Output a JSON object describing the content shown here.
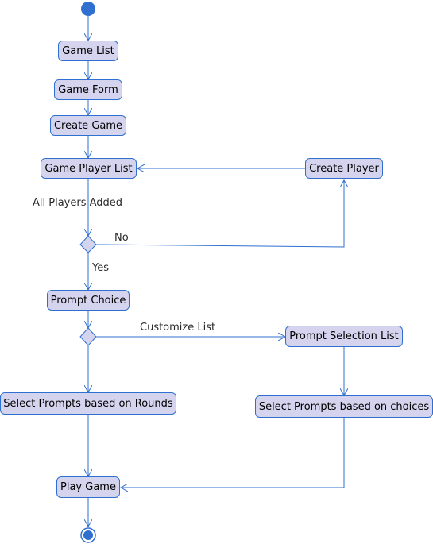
{
  "nodes": {
    "game_list": "Game List",
    "game_form": "Game Form",
    "create_game": "Create Game",
    "game_player_list": "Game Player List",
    "create_player": "Create Player",
    "prompt_choice": "Prompt Choice",
    "prompt_selection_list": "Prompt Selection List",
    "select_prompts_rounds": "Select Prompts based on Rounds",
    "select_prompts_choices": "Select Prompts based on choices",
    "play_game": "Play Game"
  },
  "edge_labels": {
    "all_players_added": "All Players Added",
    "no": "No",
    "yes": "Yes",
    "customize_list": "Customize List"
  },
  "colors": {
    "node_fill": "#d4d4ee",
    "stroke": "#2f6fd0",
    "start_end": "#2f6fd0"
  }
}
